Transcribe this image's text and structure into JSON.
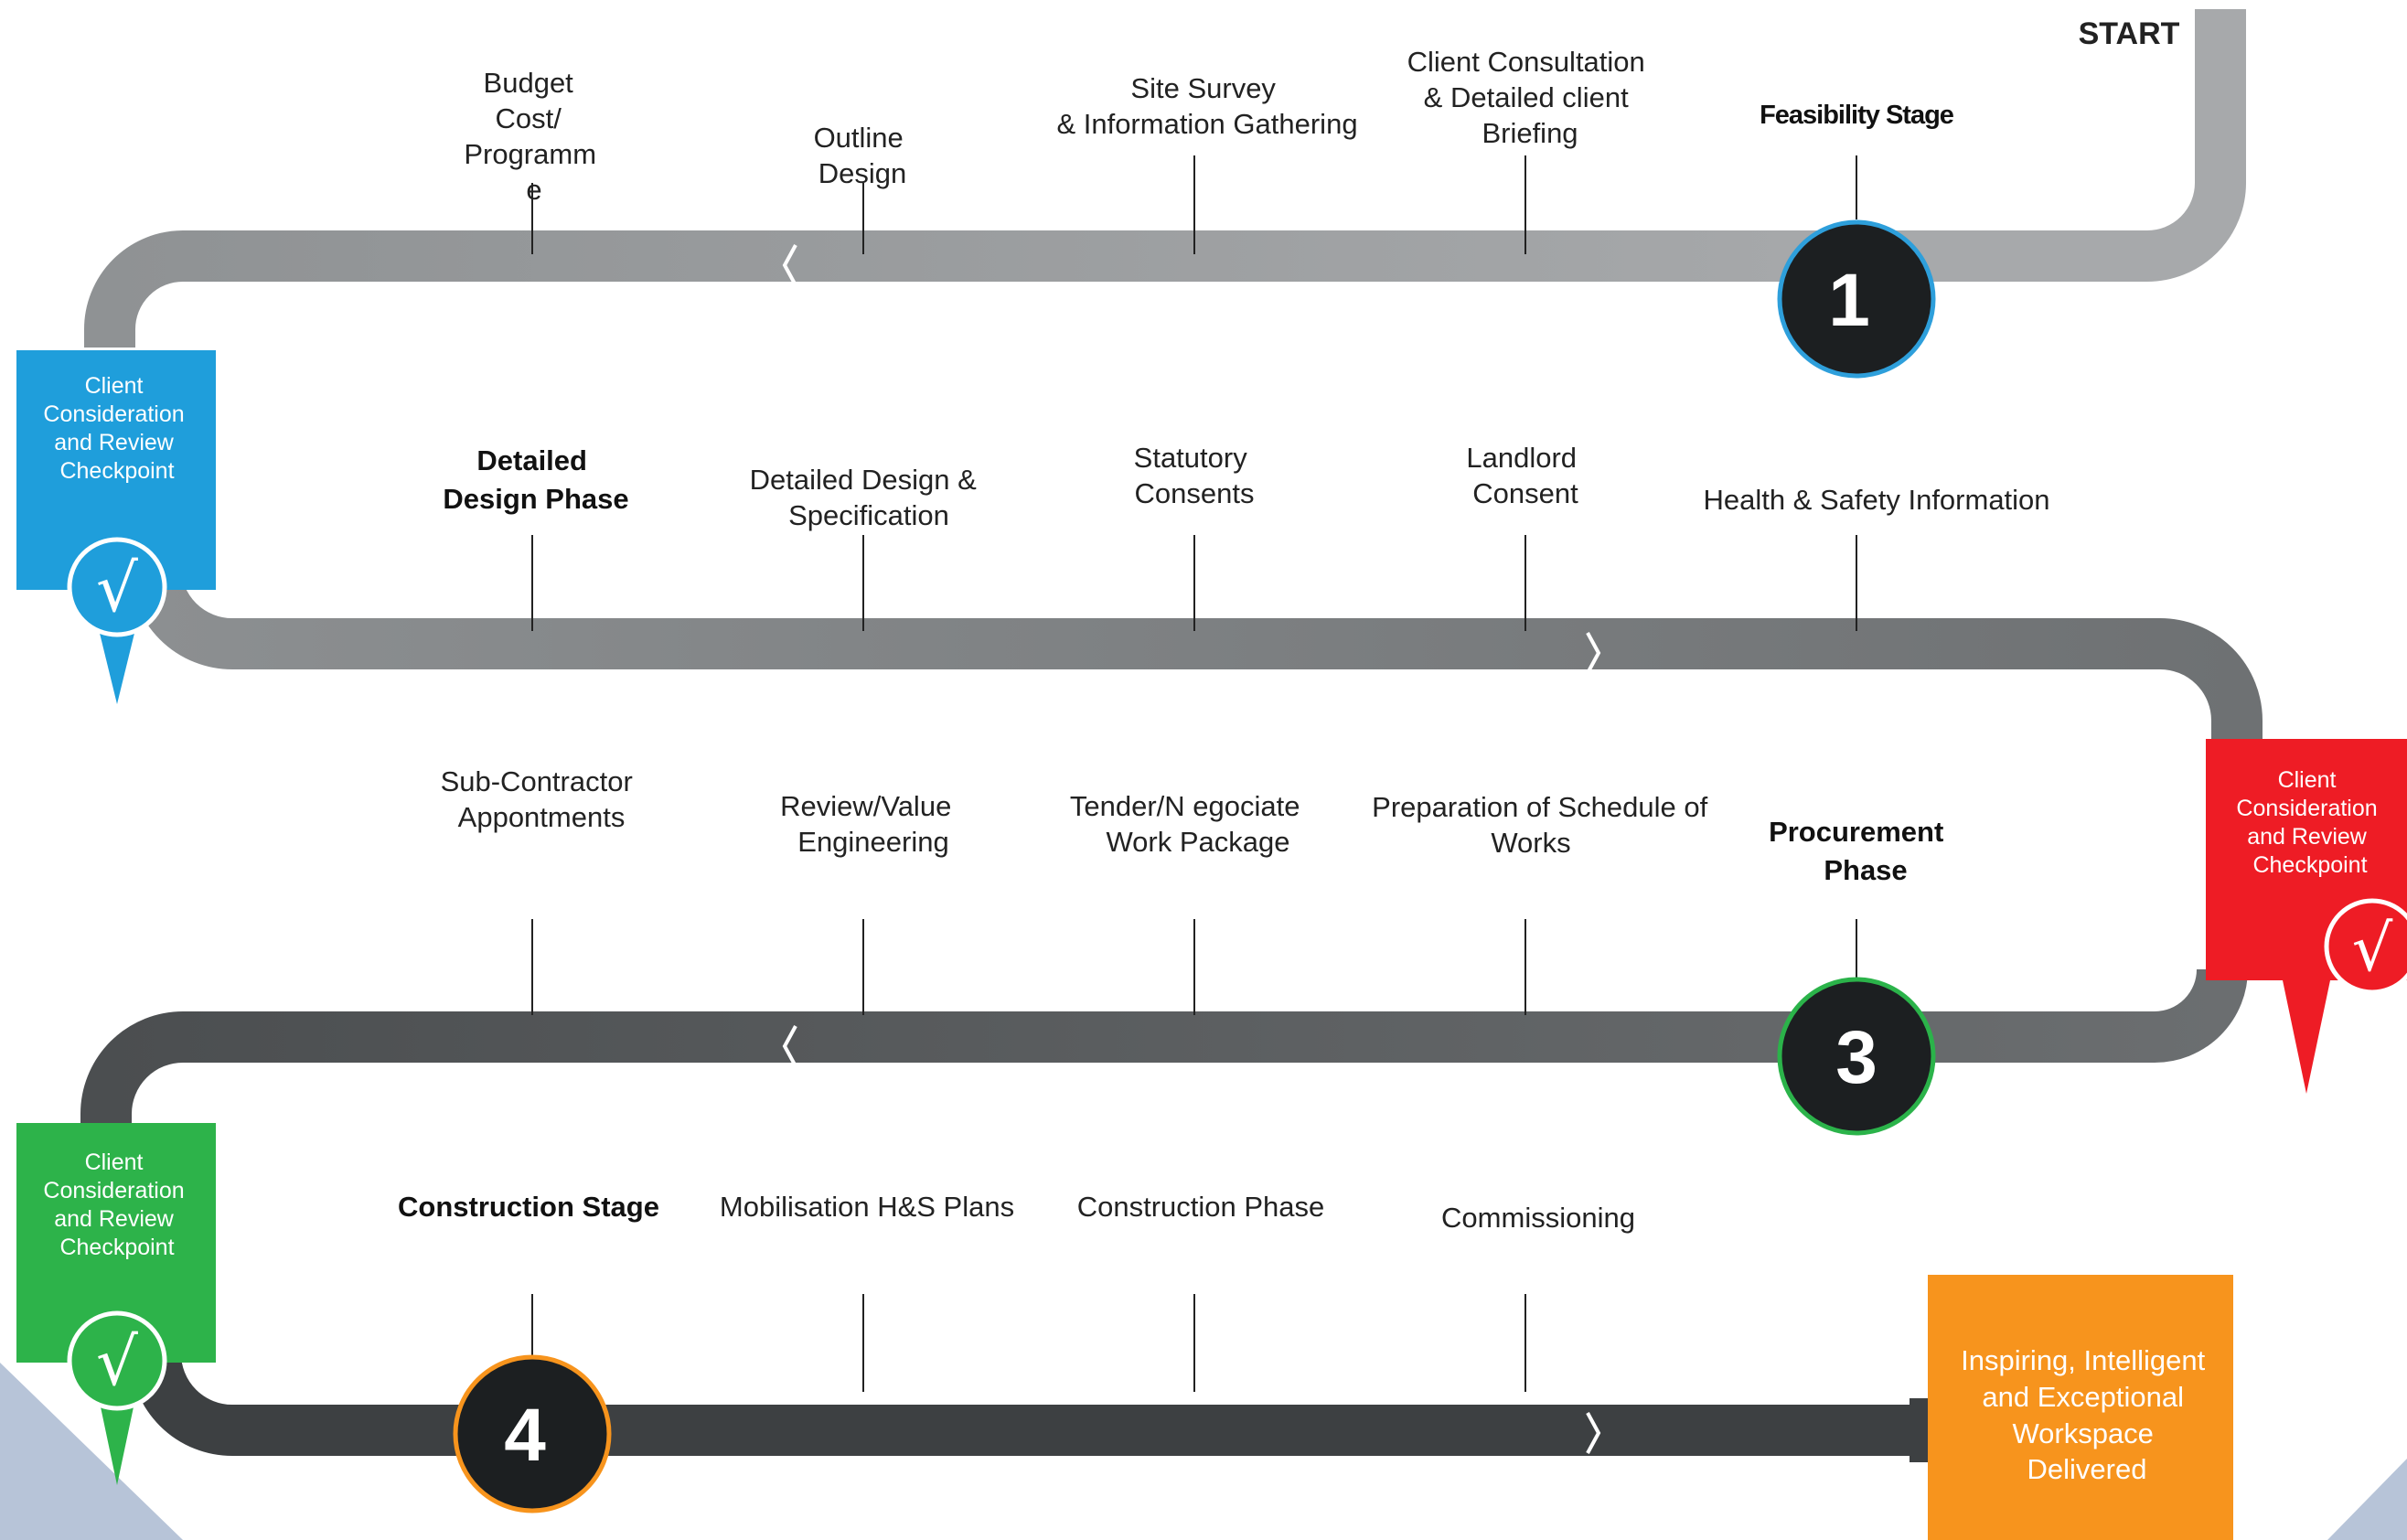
{
  "start_label": "START",
  "rows": [
    {
      "stage_number": "1",
      "accent": "#2E9FDB",
      "labels": [
        {
          "lines": [
            "Feasibility Stage"
          ],
          "bold": true
        },
        {
          "lines": [
            "Client Consultation",
            "& Detailed client",
            "Briefing"
          ],
          "bold": false
        },
        {
          "lines": [
            "Site Survey",
            "& Information Gathering"
          ],
          "bold": false
        },
        {
          "lines": [
            "Outline",
            "Design"
          ],
          "bold": false
        },
        {
          "lines": [
            "Budget",
            "Cost/",
            "Programm",
            "e"
          ],
          "bold": false
        }
      ]
    },
    {
      "stage_number": "",
      "labels": [
        {
          "lines": [
            "Detailed",
            "Design Phase"
          ],
          "bold": true
        },
        {
          "lines": [
            "Detailed Design  &",
            "Specification"
          ],
          "bold": false
        },
        {
          "lines": [
            "Statutory",
            "Consents"
          ],
          "bold": false
        },
        {
          "lines": [
            "Landlord",
            "Consent"
          ],
          "bold": false
        },
        {
          "lines": [
            "Health &  Safety Information"
          ],
          "bold": false
        }
      ]
    },
    {
      "stage_number": "3",
      "accent": "#2BB34A",
      "labels": [
        {
          "lines": [
            "Procurement",
            "Phase"
          ],
          "bold": true
        },
        {
          "lines": [
            "Preparation of  Schedule of",
            "Works"
          ],
          "bold": false
        },
        {
          "lines": [
            "Tender/N egociate",
            "Work Package"
          ],
          "bold": false
        },
        {
          "lines": [
            "Review/Value",
            "Engineering"
          ],
          "bold": false
        },
        {
          "lines": [
            "Sub-Contractor",
            "Appontments"
          ],
          "bold": false
        }
      ]
    },
    {
      "stage_number": "4",
      "accent": "#F7941D",
      "labels": [
        {
          "lines": [
            "Construction  Stage"
          ],
          "bold": true
        },
        {
          "lines": [
            "Mobilisation  H&S Plans"
          ],
          "bold": false
        },
        {
          "lines": [
            "Construction  Phase"
          ],
          "bold": false
        },
        {
          "lines": [
            "Commissioning"
          ],
          "bold": false
        }
      ]
    }
  ],
  "checkpoints": [
    {
      "lines": [
        "Client",
        "Consideration",
        "and Review",
        "Checkpoint"
      ],
      "color": "#1F9EDB",
      "check": "√"
    },
    {
      "lines": [
        "Client",
        "Consideration",
        "and Review",
        "Checkpoint"
      ],
      "color": "#EE1C25",
      "check": "√"
    },
    {
      "lines": [
        "Client",
        "Consideration",
        "and Review",
        "Checkpoint"
      ],
      "color": "#2DB34A",
      "check": "√"
    }
  ],
  "final_box": {
    "lines": [
      "Inspiring, Intelligent",
      "and  Exceptional",
      "Workspace",
      "Delivered"
    ],
    "color": "#F7941D"
  },
  "colors": {
    "track_light": "#A3A5A7",
    "track_mid": "#808385",
    "track_dark": "#4A4C4E",
    "circle_fill": "#1C1F21",
    "corner_triangles": "#B7C4D8"
  }
}
